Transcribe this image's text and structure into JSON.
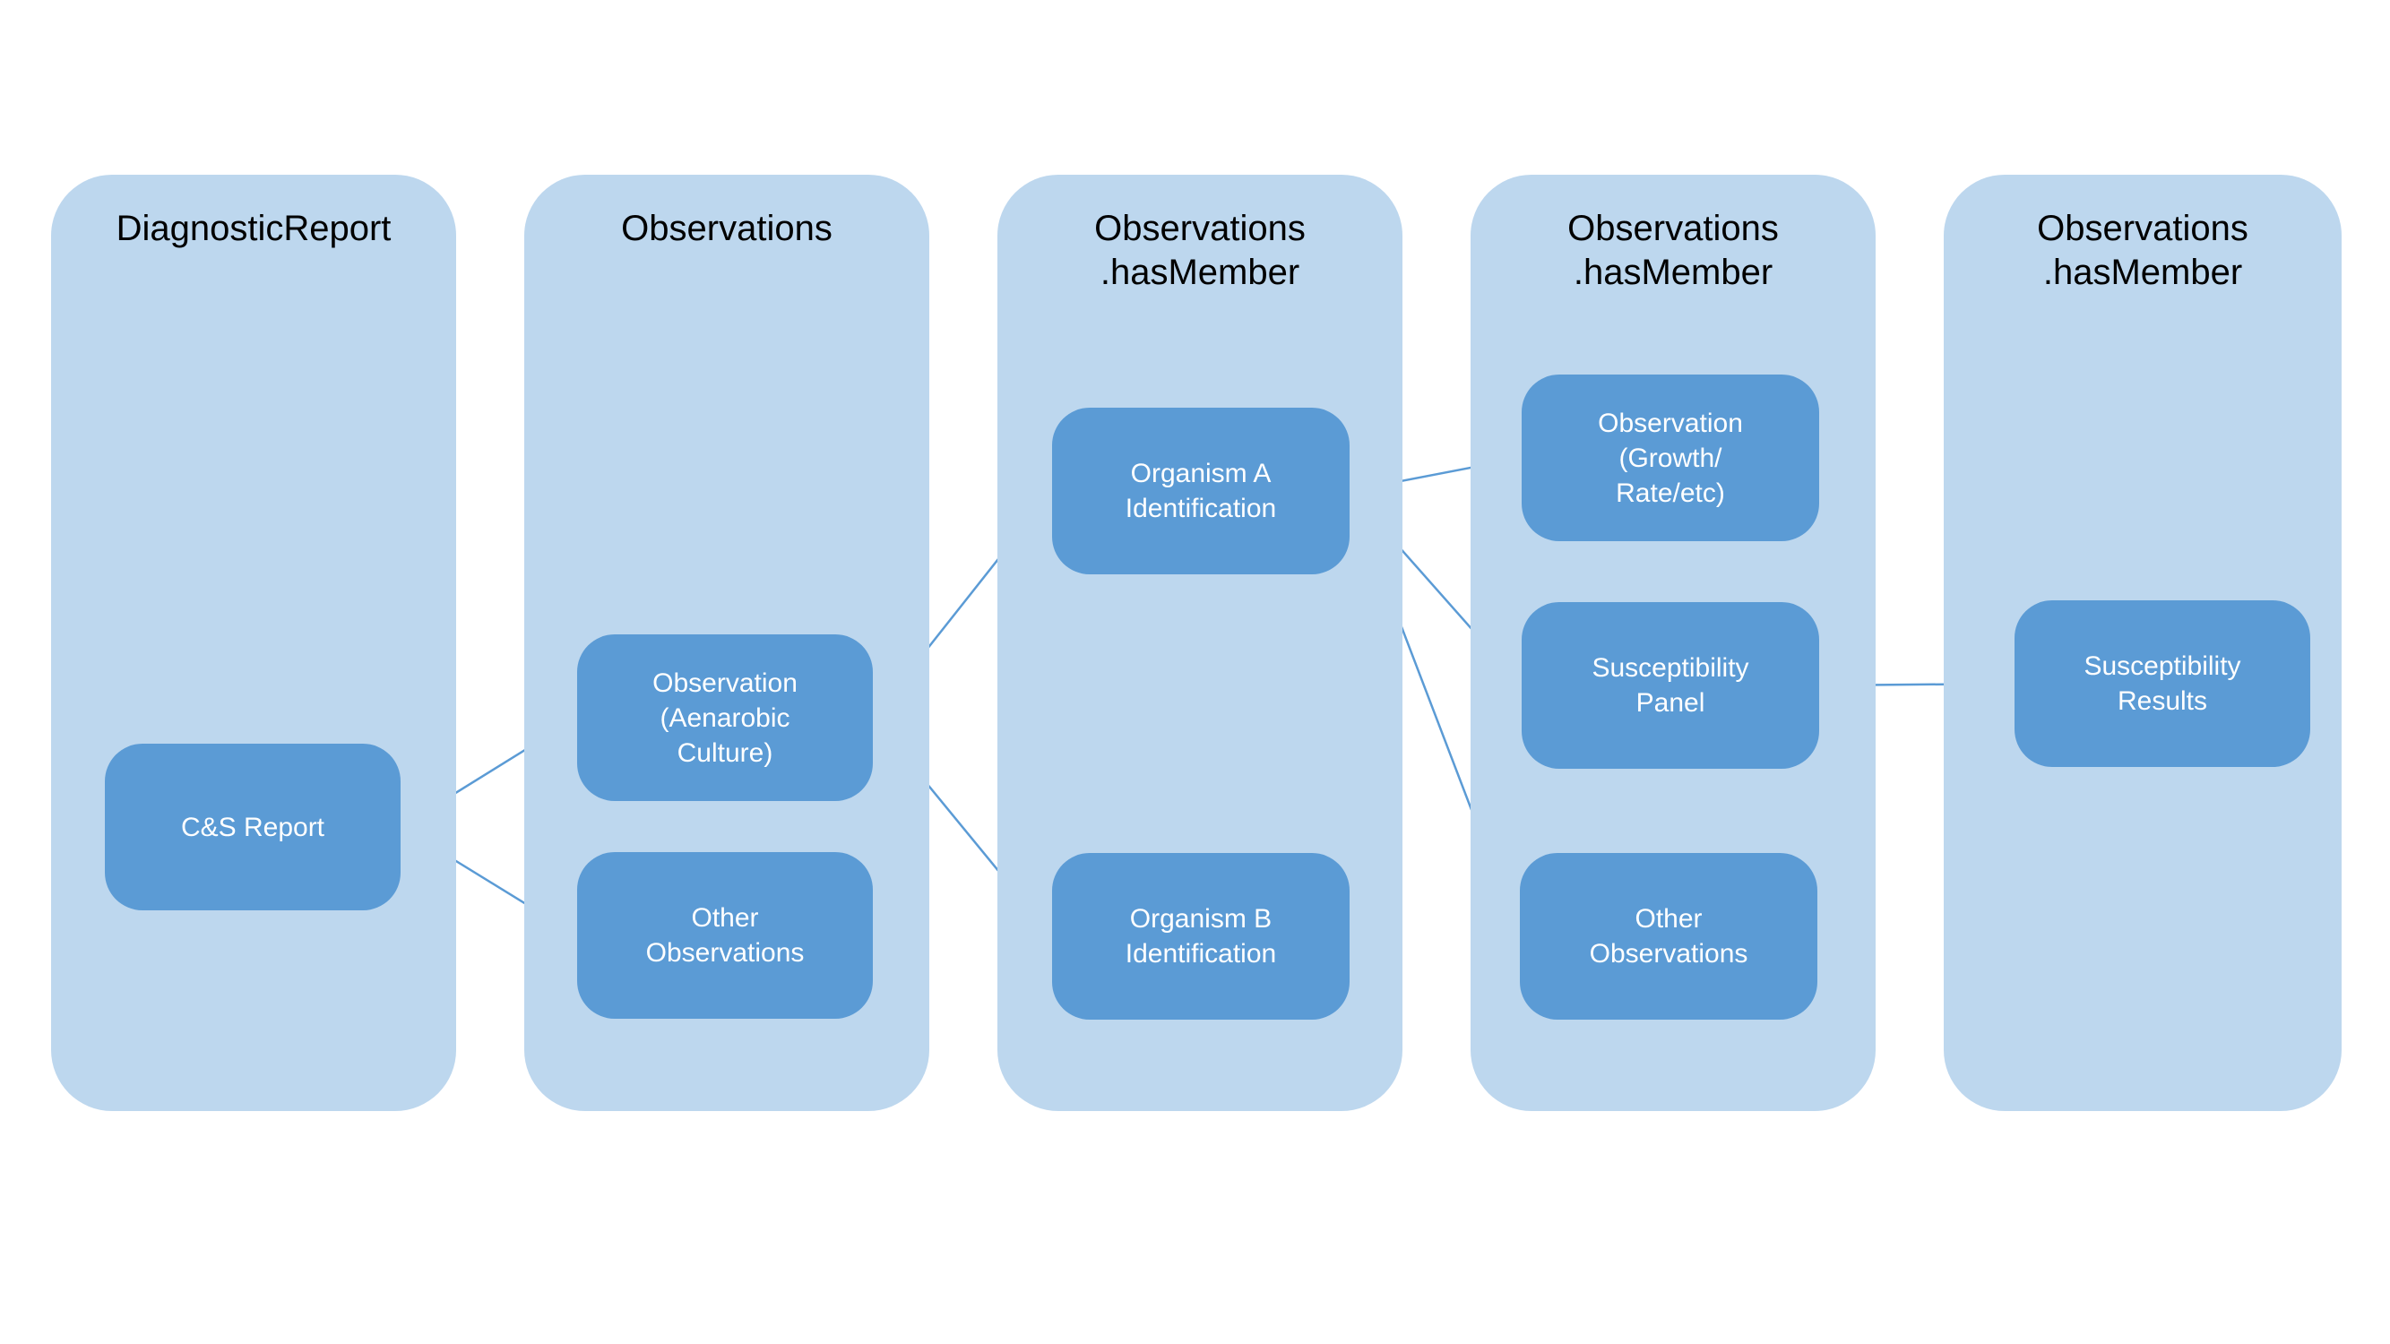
{
  "colors": {
    "background": "#ffffff",
    "column_fill": "#bdd7ee",
    "node_fill": "#5b9bd5",
    "node_text": "#ffffff",
    "title_text": "#000000",
    "connector": "#5b9bd5"
  },
  "columns": [
    {
      "title": "DiagnosticReport",
      "nodes": [
        {
          "id": "cs-report",
          "label": "C&S Report"
        }
      ]
    },
    {
      "title": "Observations",
      "nodes": [
        {
          "id": "observation-aenarobic-culture",
          "label": "Observation\n(Aenarobic\nCulture)"
        },
        {
          "id": "other-observations-1",
          "label": "Other\nObservations"
        }
      ]
    },
    {
      "title": "Observations\n.hasMember",
      "nodes": [
        {
          "id": "organism-a-identification",
          "label": "Organism A\nIdentification"
        },
        {
          "id": "organism-b-identification",
          "label": "Organism B\nIdentification"
        }
      ]
    },
    {
      "title": "Observations\n.hasMember",
      "nodes": [
        {
          "id": "observation-growth-rate-etc",
          "label": "Observation\n(Growth/\nRate/etc)"
        },
        {
          "id": "susceptibility-panel",
          "label": "Susceptibility\nPanel"
        },
        {
          "id": "other-observations-2",
          "label": "Other\nObservations"
        }
      ]
    },
    {
      "title": "Observations\n.hasMember",
      "nodes": [
        {
          "id": "susceptibility-results",
          "label": "Susceptibility\nResults"
        }
      ]
    }
  ],
  "edges": [
    {
      "from": "cs-report",
      "to": "observation-aenarobic-culture"
    },
    {
      "from": "cs-report",
      "to": "other-observations-1"
    },
    {
      "from": "observation-aenarobic-culture",
      "to": "organism-a-identification"
    },
    {
      "from": "observation-aenarobic-culture",
      "to": "organism-b-identification"
    },
    {
      "from": "organism-a-identification",
      "to": "observation-growth-rate-etc"
    },
    {
      "from": "organism-a-identification",
      "to": "susceptibility-panel"
    },
    {
      "from": "organism-a-identification",
      "to": "other-observations-2"
    },
    {
      "from": "susceptibility-panel",
      "to": "susceptibility-results"
    }
  ]
}
